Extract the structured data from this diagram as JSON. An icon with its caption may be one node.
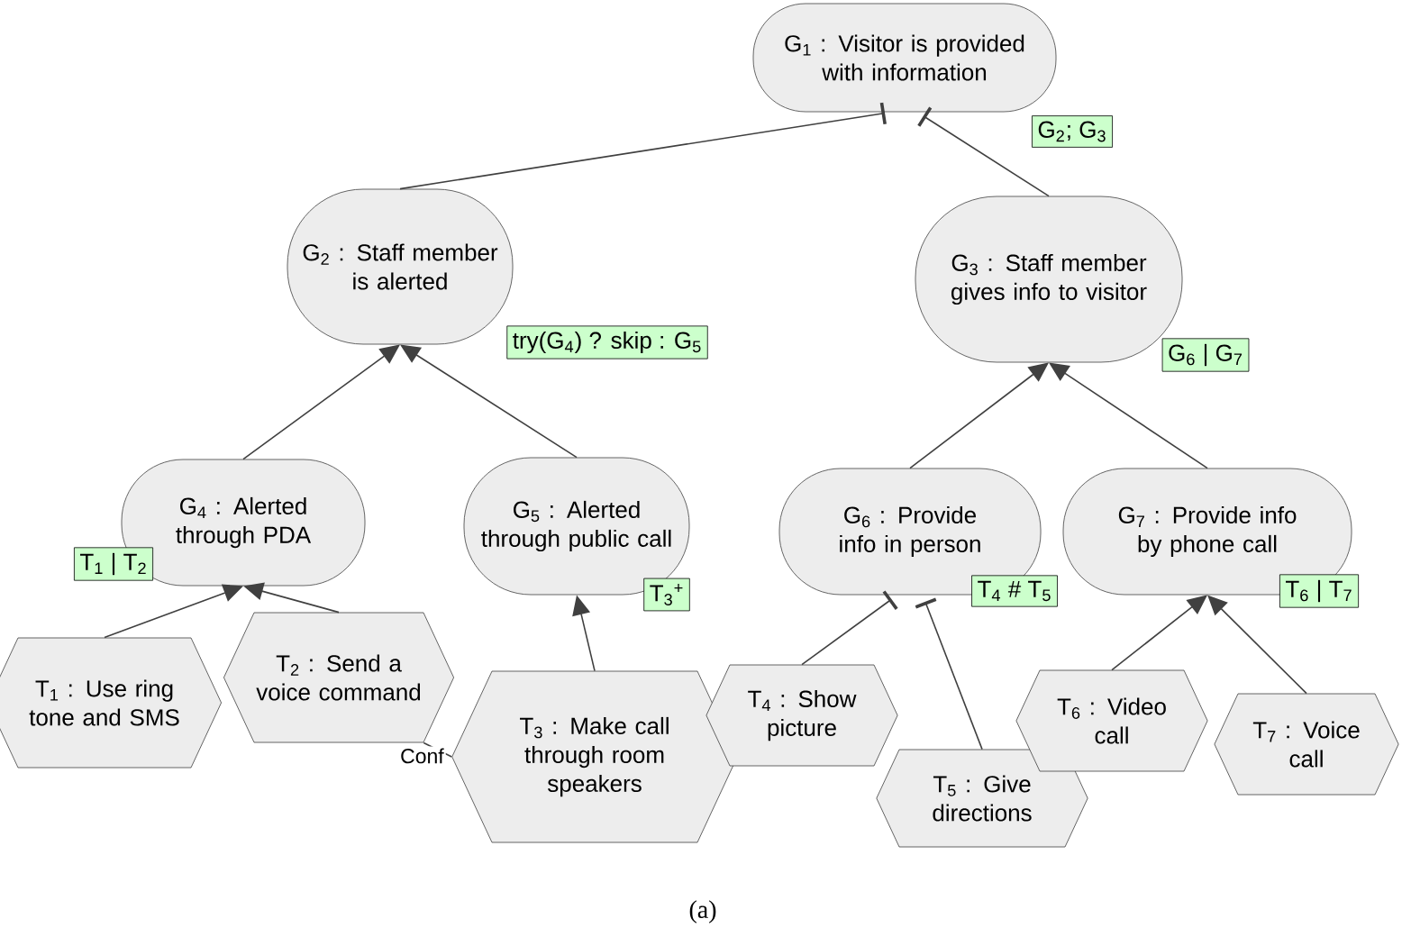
{
  "diagram": {
    "caption": "(a)",
    "nodes": [
      {
        "text": [
          "G$_{1}$ : Visitor is provided with information"
        ],
        "beside": [
          "G$_{2}$; G$_{3}$"
        ]
      },
      {
        "text": [
          "G$_{2}$ : Staff member is alerted"
        ],
        "beside": [
          "try(G$_{4}$) ? skip : G$_{5}$"
        ]
      },
      {
        "text": [
          "G$_{3}$ : Staff member gives info to visitor"
        ],
        "beside": [
          "G$_{6}$ | G$_{7}$"
        ]
      },
      {
        "text": [
          "G$_{4}$ : Alerted through PDA"
        ],
        "beside": [
          "T$_{1}$ | T$_{2}$"
        ]
      },
      {
        "text": [
          "G$_{5}$ : Alerted through public call"
        ],
        "beside": [
          "T$_{3}$$^{+}$"
        ]
      },
      {
        "text": [
          "G$_{6}$ : Provide info in person"
        ],
        "beside": [
          "T$_{4}$ # T$_{5}$"
        ]
      },
      {
        "text": [
          "G$_{7}$ : Provide info by phone call"
        ],
        "beside": [
          "T$_{6}$ | T$_{7}$"
        ]
      },
      {
        "text": [
          "T$_{1}$ : Use ring tone and SMS"
        ]
      },
      {
        "text": [
          "T$_{2}$ : Send a voice command"
        ]
      },
      {
        "text": [
          "T$_{3}$ : Make call through room speakers"
        ]
      },
      {
        "text": [
          "T$_{4}$ : Show picture"
        ]
      },
      {
        "text": [
          "T$_{5}$ : Give directions"
        ]
      },
      {
        "text": [
          "T$_{6}$ : Video call"
        ]
      },
      {
        "text": [
          "T$_{7}$ : Voice call"
        ]
      }
    ],
    "edges": [
      {
        "from": 1,
        "to": 0,
        "arrow": "other"
      },
      {
        "from": 2,
        "to": 0,
        "arrow": "other"
      },
      {
        "from": 3,
        "to": 1,
        "arrow": "to"
      },
      {
        "from": 4,
        "to": 1,
        "arrow": "to"
      },
      {
        "from": 5,
        "to": 2,
        "arrow": "to"
      },
      {
        "from": 6,
        "to": 2,
        "arrow": "to"
      },
      {
        "from": 7,
        "to": 3,
        "arrow": "to"
      },
      {
        "from": 8,
        "to": 3,
        "arrow": "to"
      },
      {
        "from": 9,
        "to": 4,
        "arrow": "to"
      },
      {
        "from": 10,
        "to": 5,
        "arrow": "other"
      },
      {
        "from": 11,
        "to": 5,
        "arrow": "other"
      },
      {
        "from": 12,
        "to": 6,
        "arrow": "to"
      },
      {
        "from": 13,
        "to": 6,
        "arrow": "to"
      },
      {
        "from": 8,
        "to": 9,
        "arrow": "none",
        "label": "Conf"
      }
    ]
  }
}
